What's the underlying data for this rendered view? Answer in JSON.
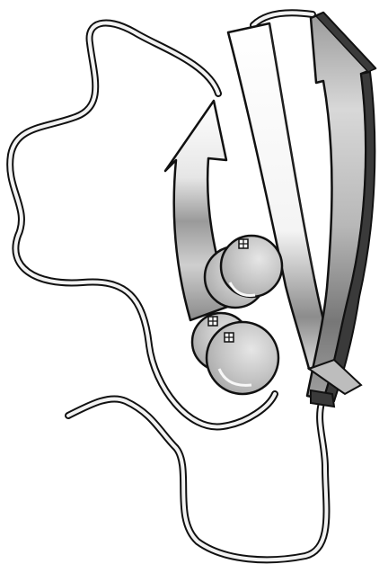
{
  "figure": {
    "kind": "protein ribbon illustration (grayscale)",
    "colors": {
      "background": "#ffffff",
      "outline": "#111111",
      "coil_fill": "#f2f2f2",
      "sphere_fill": "#bdbdbd",
      "sphere_highlight": "#f7f7f7",
      "dark_strand_edge": "#3a3a3a"
    },
    "elements": [
      "coil-loop",
      "beta-strand-left-arrow",
      "beta-strand-middle",
      "beta-strand-right",
      "metal-atom-spheres"
    ]
  }
}
